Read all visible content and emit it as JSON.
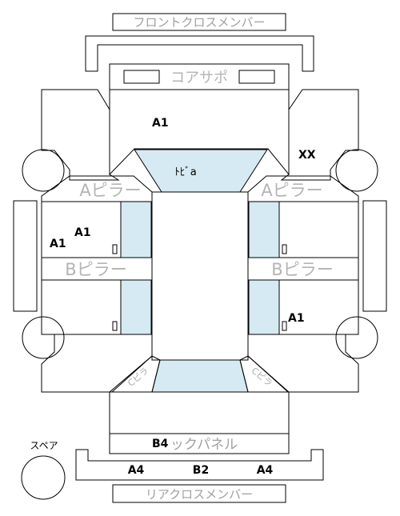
{
  "parts": {
    "front_cross_member": "フロントクロスメンバー",
    "core_support": "コアサポ",
    "a_pillar_left": "Aピラー",
    "a_pillar_right": "Aピラー",
    "b_pillar_left": "Bピラー",
    "b_pillar_right": "Bピラー",
    "roof": "ﾄﾋﾞa",
    "back_panel": "ックパネル",
    "spare": "スペア",
    "rear_cross_member": "リアクロスメンバー",
    "c_pillar_left": "Cピラ",
    "c_pillar_right": "Cピラ"
  },
  "damage_codes": {
    "front_left_fender": "A1",
    "right_front_area": "XX",
    "left_front_door_upper": "A1",
    "left_front_door_lower": "A1",
    "right_rear_door": "A1",
    "back_panel": "B4",
    "rear_bumper_left": "A4",
    "rear_bumper_center": "B2",
    "rear_bumper_right": "A4"
  },
  "colors": {
    "glass": "#d5eaf2",
    "line": "#000000",
    "label_grey": "#a0a0a0"
  }
}
